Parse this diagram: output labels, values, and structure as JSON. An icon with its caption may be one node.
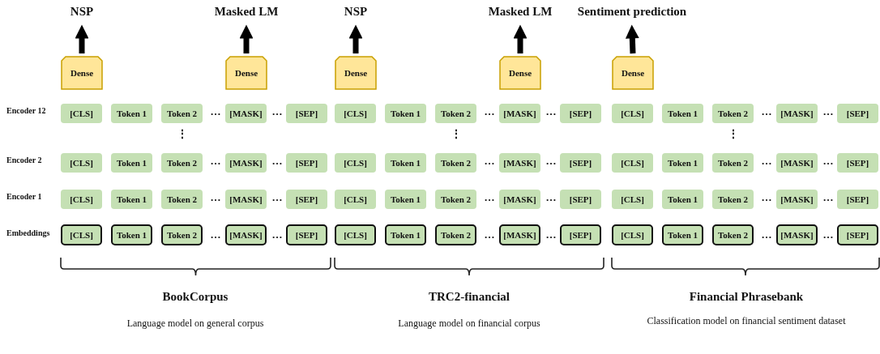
{
  "diagram": {
    "nodes": [
      {
        "text": [
          "NSP"
        ]
      },
      {
        "text": [
          "Masked LM"
        ]
      },
      {
        "text": [
          "NSP"
        ]
      },
      {
        "text": [
          "Masked LM"
        ]
      },
      {
        "text": [
          "Sentiment prediction"
        ]
      },
      {
        "text": [
          "Dense"
        ]
      },
      {
        "text": [
          "Dense"
        ]
      },
      {
        "text": [
          "Dense"
        ]
      },
      {
        "text": [
          "Dense"
        ]
      },
      {
        "text": [
          "Dense"
        ]
      },
      {
        "text": [
          "[CLS]"
        ]
      },
      {
        "text": [
          "Token 1"
        ]
      },
      {
        "text": [
          "Token 2"
        ]
      },
      {
        "text": [
          "[MASK]"
        ]
      },
      {
        "text": [
          "[SEP]"
        ]
      },
      {
        "text": [
          "[CLS]"
        ]
      },
      {
        "text": [
          "Token 1"
        ]
      },
      {
        "text": [
          "Token 2"
        ]
      },
      {
        "text": [
          "[MASK]"
        ]
      },
      {
        "text": [
          "[SEP]"
        ]
      },
      {
        "text": [
          "[CLS]"
        ]
      },
      {
        "text": [
          "Token 1"
        ]
      },
      {
        "text": [
          "Token 2"
        ]
      },
      {
        "text": [
          "[MASK]"
        ]
      },
      {
        "text": [
          "[SEP]"
        ]
      },
      {
        "text": [
          "[CLS]"
        ]
      },
      {
        "text": [
          "Token 1"
        ]
      },
      {
        "text": [
          "Token 2"
        ]
      },
      {
        "text": [
          "[MASK]"
        ]
      },
      {
        "text": [
          "[SEP]"
        ]
      },
      {
        "text": [
          "[CLS]"
        ]
      },
      {
        "text": [
          "Token 1"
        ]
      },
      {
        "text": [
          "Token 2"
        ]
      },
      {
        "text": [
          "[MASK]"
        ]
      },
      {
        "text": [
          "[SEP]"
        ]
      },
      {
        "text": [
          "[CLS]"
        ]
      },
      {
        "text": [
          "Token 1"
        ]
      },
      {
        "text": [
          "Token 2"
        ]
      },
      {
        "text": [
          "[MASK]"
        ]
      },
      {
        "text": [
          "[SEP]"
        ]
      },
      {
        "text": [
          "[CLS]"
        ]
      },
      {
        "text": [
          "Token 1"
        ]
      },
      {
        "text": [
          "Token 2"
        ]
      },
      {
        "text": [
          "[MASK]"
        ]
      },
      {
        "text": [
          "[SEP]"
        ]
      },
      {
        "text": [
          "[CLS]"
        ]
      },
      {
        "text": [
          "Token 1"
        ]
      },
      {
        "text": [
          "Token 2"
        ]
      },
      {
        "text": [
          "[MASK]"
        ]
      },
      {
        "text": [
          "[SEP]"
        ]
      },
      {
        "text": [
          "[CLS]"
        ]
      },
      {
        "text": [
          "Token 1"
        ]
      },
      {
        "text": [
          "Token 2"
        ]
      },
      {
        "text": [
          "[MASK]"
        ]
      },
      {
        "text": [
          "[SEP]"
        ]
      },
      {
        "text": [
          "[CLS]"
        ]
      },
      {
        "text": [
          "Token 1"
        ]
      },
      {
        "text": [
          "Token 2"
        ]
      },
      {
        "text": [
          "[MASK]"
        ]
      },
      {
        "text": [
          "[SEP]"
        ]
      },
      {
        "text": [
          "[CLS]"
        ]
      },
      {
        "text": [
          "Token 1"
        ]
      },
      {
        "text": [
          "Token 2"
        ]
      },
      {
        "text": [
          "[MASK]"
        ]
      },
      {
        "text": [
          "[SEP]"
        ]
      },
      {
        "text": [
          "[CLS]"
        ]
      },
      {
        "text": [
          "Token 1"
        ]
      },
      {
        "text": [
          "Token 2"
        ]
      },
      {
        "text": [
          "[MASK]"
        ]
      },
      {
        "text": [
          "[SEP]"
        ]
      }
    ],
    "edges": [
      {
        "from": 5,
        "to": 0,
        "arrow": "to"
      },
      {
        "from": 6,
        "to": 1,
        "arrow": "to"
      },
      {
        "from": 7,
        "to": 2,
        "arrow": "to"
      },
      {
        "from": 8,
        "to": 3,
        "arrow": "to"
      },
      {
        "from": 9,
        "to": 4,
        "arrow": "to"
      }
    ],
    "labels": [
      "Encoder 12",
      "…",
      "…",
      "…",
      "…",
      "…",
      "…",
      "⋮",
      "⋮",
      "⋮",
      "Encoder 2",
      "…",
      "…",
      "…",
      "…",
      "…",
      "…",
      "Encoder 1",
      "…",
      "…",
      "…",
      "…",
      "…",
      "…",
      "Embeddings",
      "…",
      "…",
      "…",
      "…",
      "…",
      "…",
      "BookCorpus",
      "Language model on general corpus",
      "TRC2-financial",
      "Language model on financial corpus",
      "Financial Phrasebank",
      "Classification model on financial sentiment dataset"
    ]
  }
}
